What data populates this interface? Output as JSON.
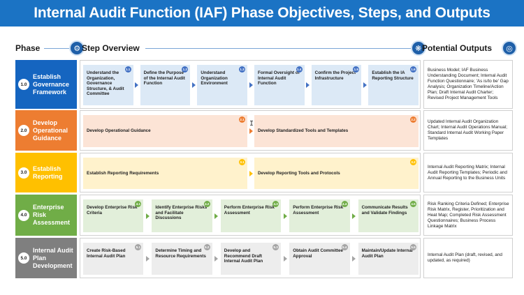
{
  "title": "Internal Audit Function (IAF) Phase Objectives, Steps, and Outputs",
  "headers": {
    "phase": "Phase",
    "steps": "Step Overview",
    "outputs": "Potential Outputs"
  },
  "header_icons": [
    "gear-icon",
    "settings-icon",
    "target-icon"
  ],
  "colors": {
    "title_bg": "#1b73c4",
    "phase1": "#1565c0",
    "phase2": "#ed7d31",
    "phase3": "#ffc000",
    "phase4": "#70ad47",
    "phase5": "#7f7f7f",
    "step1": "#dce9f6",
    "step2": "#fce4d6",
    "step3": "#fff2cc",
    "step4": "#e2efda",
    "step5": "#ededed",
    "badge1": "#4472c4",
    "badge2": "#ed7d31",
    "badge3": "#ffc000",
    "badge4": "#70ad47",
    "badge5": "#a5a5a5"
  },
  "phases": [
    {
      "num": "1.0",
      "name": "Establish Governance Framework",
      "steps": [
        {
          "badge": "1.1",
          "label": "Understand the Organization, Governance Structure, & Audit Committee"
        },
        {
          "badge": "1.2",
          "label": "Define the Purpose of the Internal Audit Function"
        },
        {
          "badge": "1.3",
          "label": "Understand Organization Environment"
        },
        {
          "badge": "1.4",
          "label": "Formal Oversight of Internal Audit Function"
        },
        {
          "badge": "1.5",
          "label": "Confirm the Project Infrastructure"
        },
        {
          "badge": "1.6",
          "label": "Establish the IA Reporting Structure"
        }
      ],
      "outputs": "Business Model; IAF Business Understanding Document; Internal Audit Function Questionnaire; 'As is/to be' Gap Analysis; Organization Timeline/Action Plan; Draft Internal Audit Charter; Revised Project Management Tools"
    },
    {
      "num": "2.0",
      "name": "Develop Operational Guidance",
      "steps": [
        {
          "badge": "2.1",
          "label": "Develop Operational Guidance"
        },
        {
          "badge": "2.2",
          "label": "Develop Standardized Tools and Templates"
        }
      ],
      "outputs": "Updated Internal Audit Organization Chart; Internal Audit Operations Manual; Standard Internal Audit Working Paper Templates"
    },
    {
      "num": "3.0",
      "name": "Establish Reporting",
      "steps": [
        {
          "badge": "3.1",
          "label": "Establish Reporting Requirements"
        },
        {
          "badge": "3.2",
          "label": "Develop Reporting Tools and Protocols"
        }
      ],
      "outputs": "Internal Audit Reporting Matrix; Internal Audit Reporting Templates; Periodic and Annual Reporting to the Business Units"
    },
    {
      "num": "4.0",
      "name": "Enterprise Risk Assessment",
      "steps": [
        {
          "badge": "4.1",
          "label": "Develop Enterprise Risk Criteria"
        },
        {
          "badge": "4.2",
          "label": "Identify Enterprise Risks and Facilitate Discussions"
        },
        {
          "badge": "4.3",
          "label": "Perform Enterprise Risk Assessment"
        },
        {
          "badge": "4.4",
          "label": "Perform Enterprise Risk Assessment"
        },
        {
          "badge": "4.5",
          "label": "Communicate Results and Validate Findings"
        }
      ],
      "outputs": "Risk Ranking Criteria Defined; Enterprise Risk Matrix, Register, Prioritization and Heat Map; Completed Risk Assessment Questionnaires; Business Process Linkage Matrix"
    },
    {
      "num": "5.0",
      "name": "Internal Audit Plan Development",
      "steps": [
        {
          "badge": "5.1",
          "label": "Create Risk-Based Internal Audit Plan"
        },
        {
          "badge": "5.2",
          "label": "Determine Timing and Resource Requirements"
        },
        {
          "badge": "5.3",
          "label": "Develop and Recommend Draft Internal Audit Plan"
        },
        {
          "badge": "5.4",
          "label": "Obtain Audit Committee Approval"
        },
        {
          "badge": "5.5",
          "label": "Maintain/Update Internal Audit Plan"
        }
      ],
      "outputs": "Internal Audit Plan (draft, revised, and updated, as required)"
    }
  ]
}
